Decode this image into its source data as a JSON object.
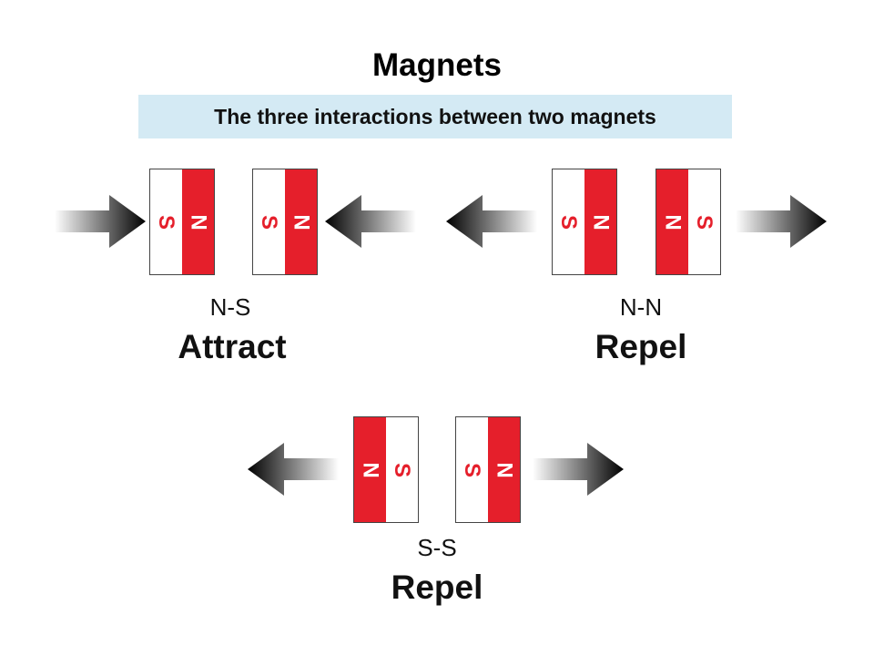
{
  "title": "Magnets",
  "subtitle": "The three interactions between two magnets",
  "colors": {
    "pole_red": "#e51f2b",
    "pole_white": "#ffffff",
    "label_blue_box": "#d4eaf4"
  },
  "interactions": [
    {
      "pair": "N-S",
      "result": "Attract",
      "magnets": [
        {
          "left_pole": "S",
          "right_pole": "N"
        },
        {
          "left_pole": "S",
          "right_pole": "N"
        }
      ],
      "arrows": [
        "right-arrow-icon",
        "left-arrow-icon"
      ]
    },
    {
      "pair": "N-N",
      "result": "Repel",
      "magnets": [
        {
          "left_pole": "S",
          "right_pole": "N"
        },
        {
          "left_pole": "N",
          "right_pole": "S"
        }
      ],
      "arrows": [
        "left-arrow-icon",
        "right-arrow-icon"
      ]
    },
    {
      "pair": "S-S",
      "result": "Repel",
      "magnets": [
        {
          "left_pole": "N",
          "right_pole": "S"
        },
        {
          "left_pole": "S",
          "right_pole": "N"
        }
      ],
      "arrows": [
        "left-arrow-icon",
        "right-arrow-icon"
      ]
    }
  ]
}
